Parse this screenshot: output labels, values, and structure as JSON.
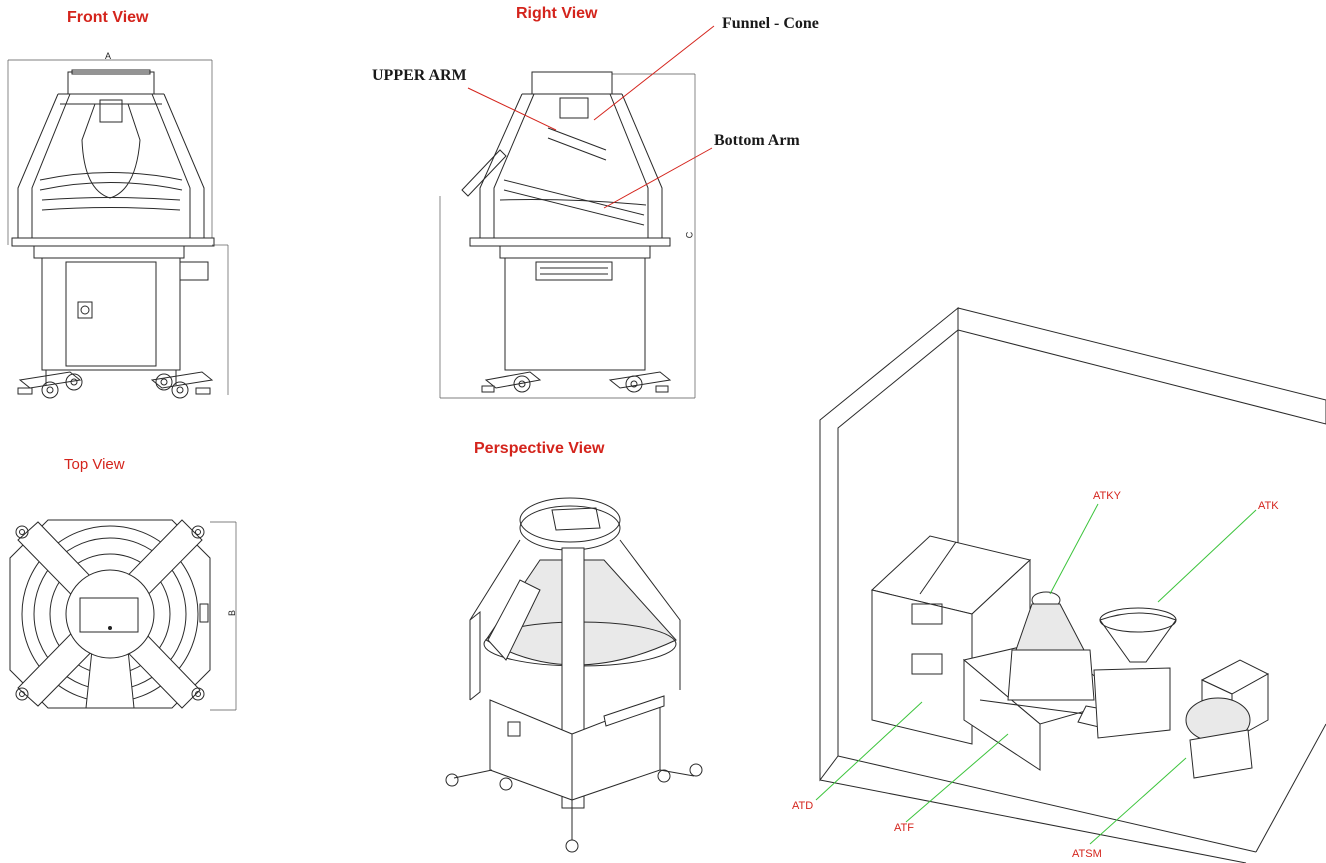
{
  "views": {
    "front": "Front View",
    "right": "Right View",
    "top": "Top View",
    "perspective": "Perspective View"
  },
  "parts": {
    "funnel_cone": "Funnel - Cone",
    "upper_arm": "UPPER ARM",
    "bottom_arm": "Bottom Arm"
  },
  "dimensions": {
    "a": "A",
    "b": "B",
    "c": "C"
  },
  "equipment": {
    "atky": "ATKY",
    "atk": "ATK",
    "atd": "ATD",
    "atf": "ATF",
    "atsm": "ATSM"
  },
  "colors": {
    "title_red": "#d4241c",
    "leader_red": "#d4241c",
    "leader_green": "#3cc43c",
    "line_dark": "#2a2a2a"
  }
}
